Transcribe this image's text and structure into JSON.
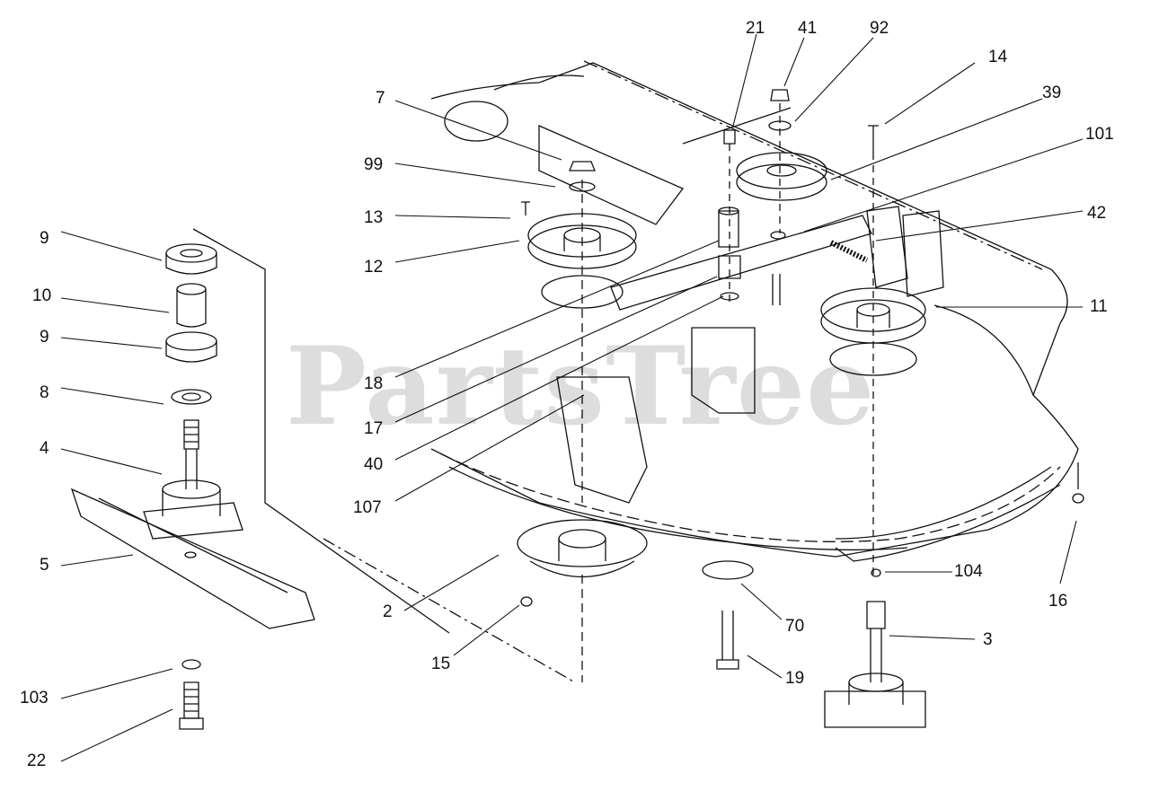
{
  "watermark": "PartsTree",
  "callouts": [
    {
      "id": "c21",
      "label": "21"
    },
    {
      "id": "c41",
      "label": "41"
    },
    {
      "id": "c92",
      "label": "92"
    },
    {
      "id": "c14",
      "label": "14"
    },
    {
      "id": "c39",
      "label": "39"
    },
    {
      "id": "c101",
      "label": "101"
    },
    {
      "id": "c7",
      "label": "7"
    },
    {
      "id": "c99",
      "label": "99"
    },
    {
      "id": "c13",
      "label": "13"
    },
    {
      "id": "c12",
      "label": "12"
    },
    {
      "id": "c42",
      "label": "42"
    },
    {
      "id": "c11",
      "label": "11"
    },
    {
      "id": "c9a",
      "label": "9"
    },
    {
      "id": "c10",
      "label": "10"
    },
    {
      "id": "c9b",
      "label": "9"
    },
    {
      "id": "c8",
      "label": "8"
    },
    {
      "id": "c4",
      "label": "4"
    },
    {
      "id": "c5",
      "label": "5"
    },
    {
      "id": "c18",
      "label": "18"
    },
    {
      "id": "c17",
      "label": "17"
    },
    {
      "id": "c40",
      "label": "40"
    },
    {
      "id": "c107",
      "label": "107"
    },
    {
      "id": "c2",
      "label": "2"
    },
    {
      "id": "c15",
      "label": "15"
    },
    {
      "id": "c70",
      "label": "70"
    },
    {
      "id": "c19",
      "label": "19"
    },
    {
      "id": "c104",
      "label": "104"
    },
    {
      "id": "c16",
      "label": "16"
    },
    {
      "id": "c3",
      "label": "3"
    },
    {
      "id": "c103",
      "label": "103"
    },
    {
      "id": "c22",
      "label": "22"
    }
  ]
}
